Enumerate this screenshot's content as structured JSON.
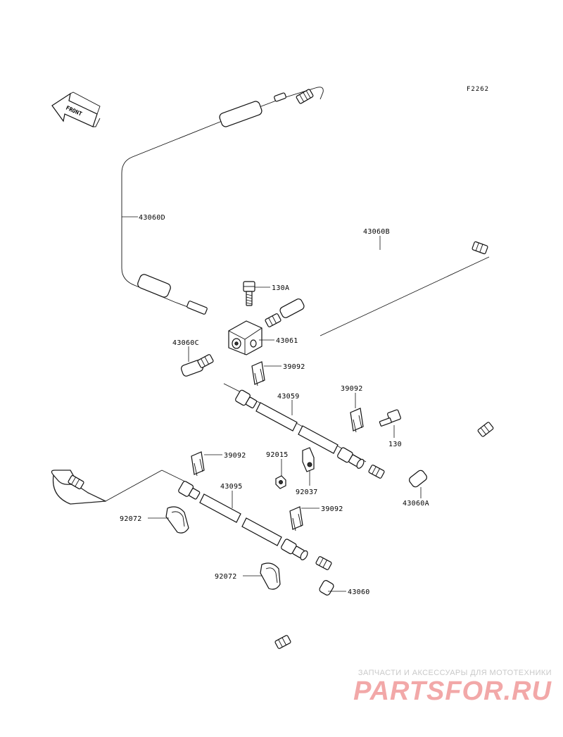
{
  "diagram": {
    "figure_code": "F2262",
    "front_arrow_label": "FRONT",
    "labels": {
      "l43060D": "43060D",
      "l43060B": "43060B",
      "l130A": "130A",
      "l43060C": "43060C",
      "l43061": "43061",
      "l39092a": "39092",
      "l43059": "43059",
      "l39092b": "39092",
      "l130": "130",
      "l92015": "92015",
      "l39092c": "39092",
      "l92037": "92037",
      "l43060A": "43060A",
      "l43095": "43095",
      "l92072a": "92072",
      "l39092d": "39092",
      "l92072b": "92072",
      "l43060": "43060"
    }
  },
  "watermark": {
    "tagline": "ЗАПЧАСТИ И АКСЕССУАРЫ ДЛЯ МОТОТЕХНИКИ",
    "logo": "PARTSFOR.RU"
  }
}
